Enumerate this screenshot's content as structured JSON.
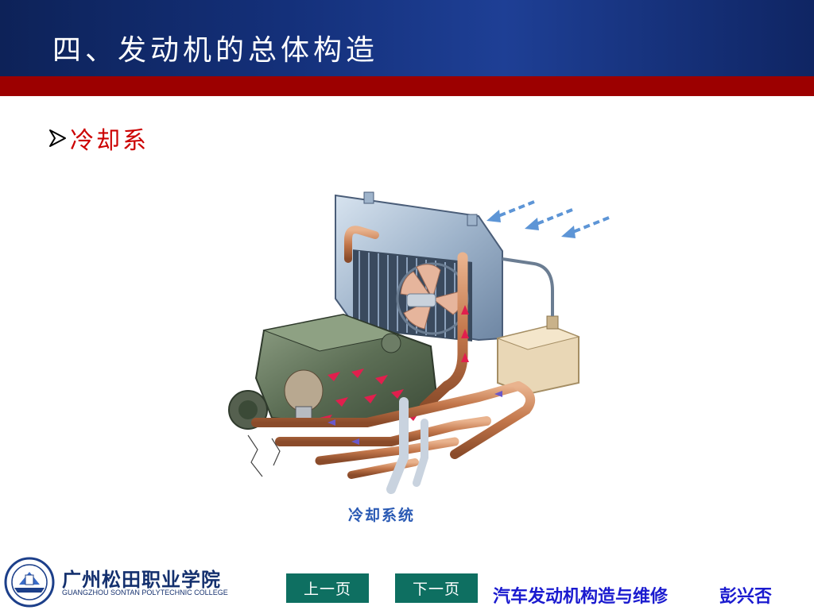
{
  "header": {
    "title": "四、发动机的总体构造"
  },
  "content": {
    "bullet_text": "冷却系",
    "figure_caption": "冷却系统"
  },
  "logo": {
    "name": "广州松田职业学院",
    "english": "GUANGZHOU SONTAN POLYTECHNIC COLLEGE"
  },
  "nav": {
    "prev": "上一页",
    "next": "下一页"
  },
  "footer": {
    "course": "汽车发动机构造与维修",
    "author": "彭兴否"
  }
}
